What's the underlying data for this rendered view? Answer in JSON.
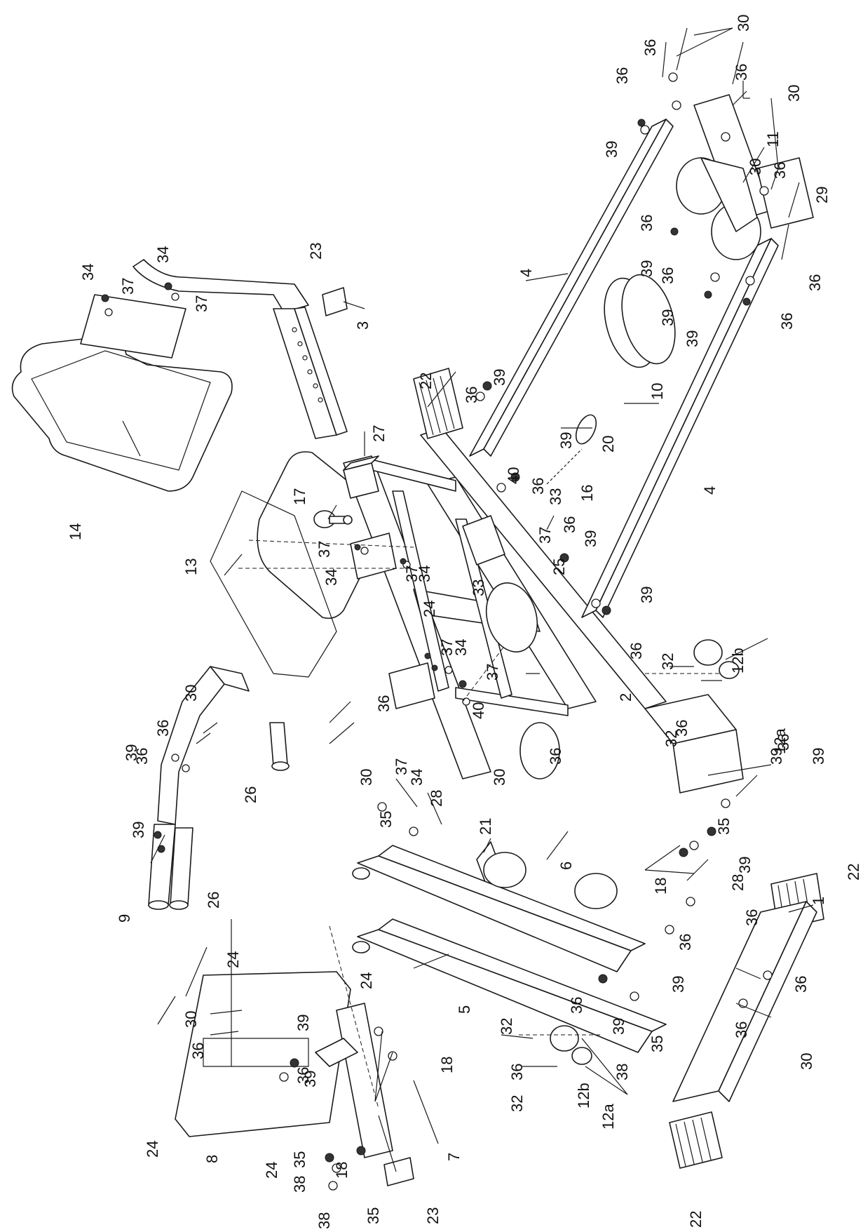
{
  "diagram": {
    "type": "exploded-parts-assembly",
    "line_color": "#1a1a1a",
    "background": "#ffffff",
    "callouts": [
      {
        "id": "c1",
        "text": "1"
      },
      {
        "id": "c2",
        "text": "2"
      },
      {
        "id": "c3",
        "text": "3"
      },
      {
        "id": "c4a",
        "text": "4"
      },
      {
        "id": "c4b",
        "text": "4"
      },
      {
        "id": "c5",
        "text": "5"
      },
      {
        "id": "c6",
        "text": "6"
      },
      {
        "id": "c7",
        "text": "7"
      },
      {
        "id": "c8",
        "text": "8"
      },
      {
        "id": "c9",
        "text": "9"
      },
      {
        "id": "c10",
        "text": "10"
      },
      {
        "id": "c11",
        "text": "11"
      },
      {
        "id": "c12a_1",
        "text": "12a"
      },
      {
        "id": "c12a_2",
        "text": "12a"
      },
      {
        "id": "c12b_1",
        "text": "12b"
      },
      {
        "id": "c12b_2",
        "text": "12b"
      },
      {
        "id": "c13",
        "text": "13"
      },
      {
        "id": "c14",
        "text": "14"
      },
      {
        "id": "c16",
        "text": "16"
      },
      {
        "id": "c17",
        "text": "17"
      },
      {
        "id": "c18a",
        "text": "18"
      },
      {
        "id": "c18b",
        "text": "18"
      },
      {
        "id": "c18c",
        "text": "18"
      },
      {
        "id": "c20",
        "text": "20"
      },
      {
        "id": "c21",
        "text": "21"
      },
      {
        "id": "c22a",
        "text": "22"
      },
      {
        "id": "c22b",
        "text": "22"
      },
      {
        "id": "c22c",
        "text": "22"
      },
      {
        "id": "c23a",
        "text": "23"
      },
      {
        "id": "c23b",
        "text": "23"
      },
      {
        "id": "c24a",
        "text": "24"
      },
      {
        "id": "c24b",
        "text": "24"
      },
      {
        "id": "c24c",
        "text": "24"
      },
      {
        "id": "c24d",
        "text": "24"
      },
      {
        "id": "c24e",
        "text": "24"
      },
      {
        "id": "c25",
        "text": "25"
      },
      {
        "id": "c26a",
        "text": "26"
      },
      {
        "id": "c26b",
        "text": "26"
      },
      {
        "id": "c27",
        "text": "27"
      },
      {
        "id": "c28a",
        "text": "28"
      },
      {
        "id": "c28b",
        "text": "28"
      },
      {
        "id": "c29",
        "text": "29"
      },
      {
        "id": "c30a",
        "text": "30"
      },
      {
        "id": "c30b",
        "text": "30"
      },
      {
        "id": "c30c",
        "text": "30"
      },
      {
        "id": "c30d",
        "text": "30"
      },
      {
        "id": "c30e",
        "text": "30"
      },
      {
        "id": "c30f",
        "text": "30"
      },
      {
        "id": "c30g",
        "text": "30"
      },
      {
        "id": "c30h",
        "text": "30"
      },
      {
        "id": "c32a",
        "text": "32"
      },
      {
        "id": "c32b",
        "text": "32"
      },
      {
        "id": "c32c",
        "text": "32"
      },
      {
        "id": "c32d",
        "text": "32"
      },
      {
        "id": "c33a",
        "text": "33"
      },
      {
        "id": "c33b",
        "text": "33"
      },
      {
        "id": "c34a",
        "text": "34"
      },
      {
        "id": "c34b",
        "text": "34"
      },
      {
        "id": "c34c",
        "text": "34"
      },
      {
        "id": "c34d",
        "text": "34"
      },
      {
        "id": "c34e",
        "text": "34"
      },
      {
        "id": "c34f",
        "text": "34"
      },
      {
        "id": "c35a",
        "text": "35"
      },
      {
        "id": "c35b",
        "text": "35"
      },
      {
        "id": "c35c",
        "text": "35"
      },
      {
        "id": "c35d",
        "text": "35"
      },
      {
        "id": "c35e",
        "text": "35"
      },
      {
        "id": "c36a",
        "text": "36"
      },
      {
        "id": "c36b",
        "text": "36"
      },
      {
        "id": "c36c",
        "text": "36"
      },
      {
        "id": "c36d",
        "text": "36"
      },
      {
        "id": "c36e",
        "text": "36"
      },
      {
        "id": "c36f",
        "text": "36"
      },
      {
        "id": "c36g",
        "text": "36"
      },
      {
        "id": "c36h",
        "text": "36"
      },
      {
        "id": "c36i",
        "text": "36"
      },
      {
        "id": "c36j",
        "text": "36"
      },
      {
        "id": "c36k",
        "text": "36"
      },
      {
        "id": "c36l",
        "text": "36"
      },
      {
        "id": "c36m",
        "text": "36"
      },
      {
        "id": "c36n",
        "text": "36"
      },
      {
        "id": "c36o",
        "text": "36"
      },
      {
        "id": "c36p",
        "text": "36"
      },
      {
        "id": "c36q",
        "text": "36"
      },
      {
        "id": "c36r",
        "text": "36"
      },
      {
        "id": "c36s",
        "text": "36"
      },
      {
        "id": "c36t",
        "text": "36"
      },
      {
        "id": "c36u",
        "text": "36"
      },
      {
        "id": "c36v",
        "text": "36"
      },
      {
        "id": "c36w",
        "text": "36"
      },
      {
        "id": "c36x",
        "text": "36"
      },
      {
        "id": "c36y",
        "text": "36"
      },
      {
        "id": "c36z",
        "text": "36"
      },
      {
        "id": "c37a",
        "text": "37"
      },
      {
        "id": "c37b",
        "text": "37"
      },
      {
        "id": "c37c",
        "text": "37"
      },
      {
        "id": "c37d",
        "text": "37"
      },
      {
        "id": "c37e",
        "text": "37"
      },
      {
        "id": "c37f",
        "text": "37"
      },
      {
        "id": "c37g",
        "text": "37"
      },
      {
        "id": "c37h",
        "text": "37"
      },
      {
        "id": "c38a",
        "text": "38"
      },
      {
        "id": "c38b",
        "text": "38"
      },
      {
        "id": "c38c",
        "text": "38"
      },
      {
        "id": "c39a",
        "text": "39"
      },
      {
        "id": "c39b",
        "text": "39"
      },
      {
        "id": "c39c",
        "text": "39"
      },
      {
        "id": "c39d",
        "text": "39"
      },
      {
        "id": "c39e",
        "text": "39"
      },
      {
        "id": "c39f",
        "text": "39"
      },
      {
        "id": "c39g",
        "text": "39"
      },
      {
        "id": "c39h",
        "text": "39"
      },
      {
        "id": "c39i",
        "text": "39"
      },
      {
        "id": "c39j",
        "text": "39"
      },
      {
        "id": "c39k",
        "text": "39"
      },
      {
        "id": "c39l",
        "text": "39"
      },
      {
        "id": "c39m",
        "text": "39"
      },
      {
        "id": "c39n",
        "text": "39"
      },
      {
        "id": "c39o",
        "text": "39"
      },
      {
        "id": "c39p",
        "text": "39"
      },
      {
        "id": "c39q",
        "text": "39"
      },
      {
        "id": "c40a",
        "text": "40"
      },
      {
        "id": "c40b",
        "text": "40"
      }
    ]
  }
}
